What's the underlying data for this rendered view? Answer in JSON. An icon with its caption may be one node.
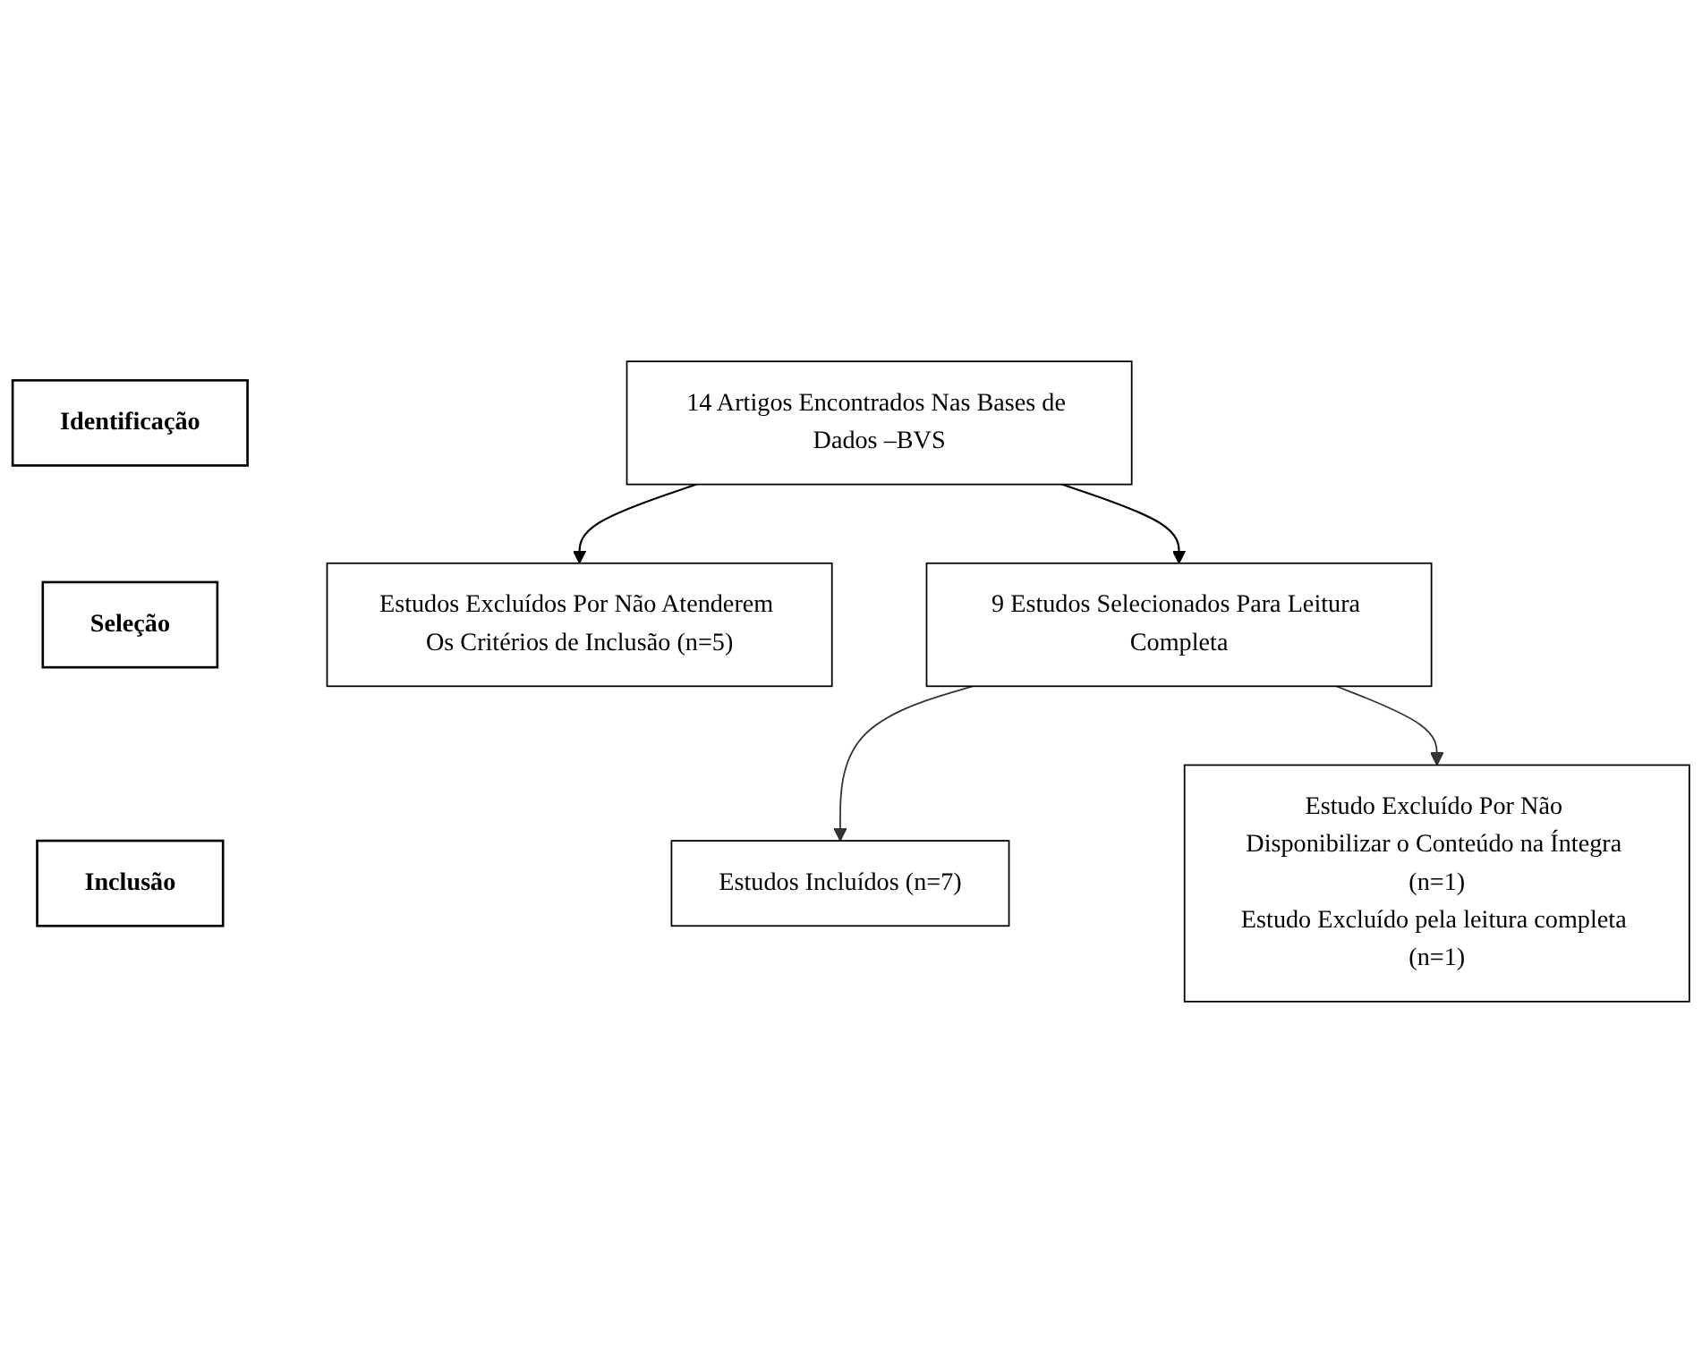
{
  "diagram": {
    "nodes": [
      {
        "text": [
          "Identificação"
        ]
      },
      {
        "text": [
          "Seleção"
        ]
      },
      {
        "text": [
          "Inclusão"
        ]
      },
      {
        "text": [
          "14 Artigos Encontrados Nas Bases de Dados –BVS"
        ]
      },
      {
        "text": [
          "Estudos Excluídos Por Não Atenderem Os Critérios de Inclusão (n=5)"
        ]
      },
      {
        "text": [
          "9 Estudos Selecionados Para Leitura Completa"
        ]
      },
      {
        "text": [
          "Estudo Excluído Por Não Disponibilizar o Conteúdo na Íntegra (n=1)",
          "Estudo Excluído pela leitura completa (n=1)"
        ]
      },
      {
        "text": [
          "Estudos Incluídos (n=7)"
        ]
      }
    ],
    "edges": [
      {
        "from": 3,
        "to": 5,
        "arrow": "to"
      },
      {
        "from": 3,
        "to": 4,
        "arrow": "to"
      },
      {
        "from": 5,
        "to": 7,
        "arrow": "to"
      },
      {
        "from": 5,
        "to": 6,
        "arrow": "to"
      }
    ]
  }
}
